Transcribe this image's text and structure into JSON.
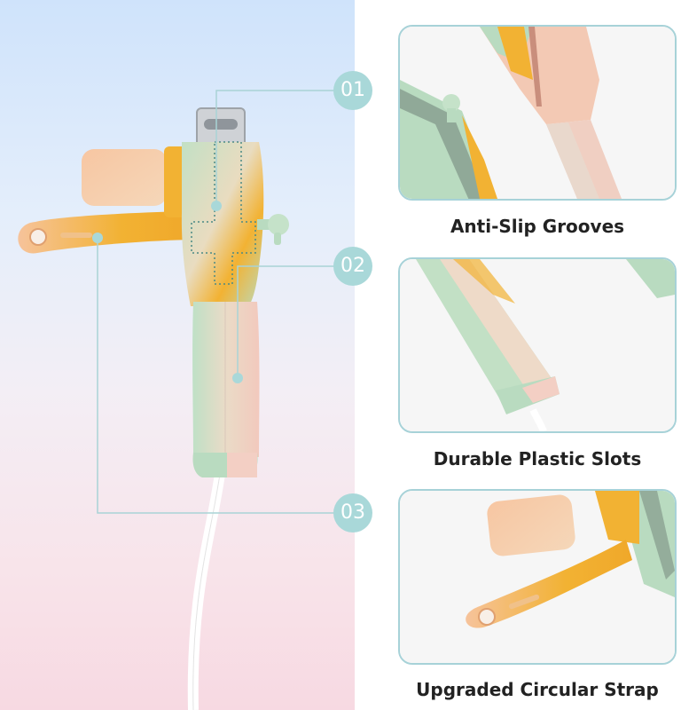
{
  "callouts": {
    "c1": "01",
    "c2": "02",
    "c3": "03"
  },
  "features": [
    {
      "caption": "Anti-Slip Grooves"
    },
    {
      "caption": "Durable Plastic Slots"
    },
    {
      "caption": "Upgraded Circular Strap"
    }
  ],
  "colors": {
    "accent_teal": "#a9d8d9",
    "border_teal": "#a7d2d8",
    "mint": "#b9dbc0",
    "peach": "#f4c9a8",
    "orange": "#f2b233",
    "pink": "#f3cfc4",
    "cable": "#ffffff"
  }
}
